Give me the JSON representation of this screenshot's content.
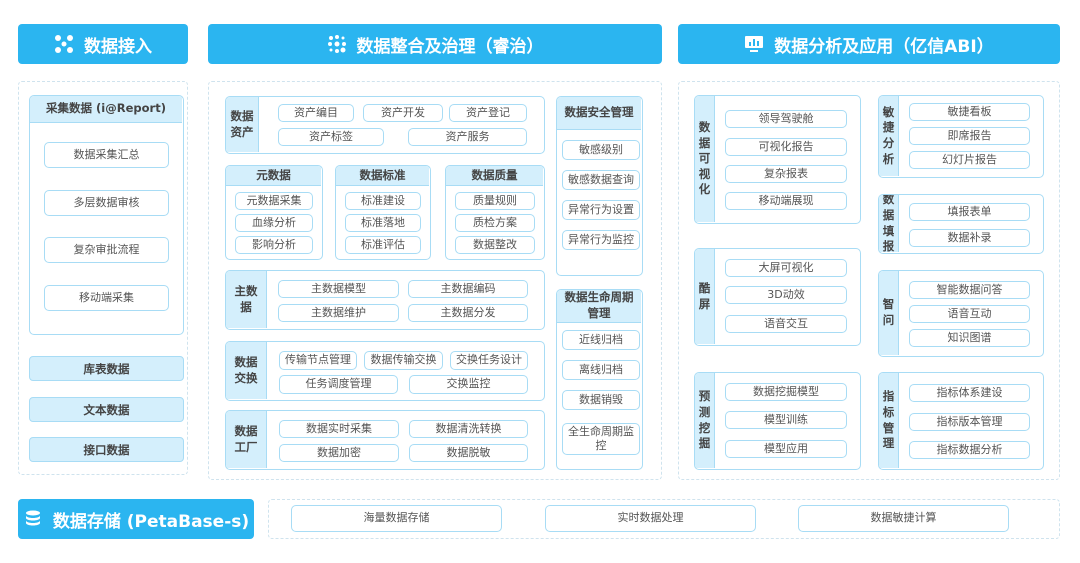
{
  "colors": {
    "header": "#2bb5f0",
    "panel": "#d4effc",
    "border": "#a8dcf5"
  },
  "headers": {
    "ingest": {
      "title": "数据接入",
      "icon": "network-nodes-icon"
    },
    "governance": {
      "title": "数据整合及治理（睿治）",
      "icon": "dots-grid-icon"
    },
    "analysis": {
      "title": "数据分析及应用（亿信ABI）",
      "icon": "monitor-chart-icon"
    },
    "storage": {
      "title": "数据存储 (PetaBase-s)",
      "icon": "database-icon"
    }
  },
  "ingest": {
    "collect": {
      "title": "采集数据 (i@Report)",
      "items": [
        "数据采集汇总",
        "多层数据审核",
        "复杂审批流程",
        "移动端采集"
      ]
    },
    "others": [
      "库表数据",
      "文本数据",
      "接口数据"
    ]
  },
  "governance": {
    "groups": [
      {
        "title": "数据资产",
        "items": [
          "资产编目",
          "资产开发",
          "资产登记",
          "资产标签",
          "资产服务"
        ]
      },
      {
        "title": "元数据",
        "items": [
          "元数据采集",
          "血缘分析",
          "影响分析"
        ]
      },
      {
        "title": "数据标准",
        "items": [
          "标准建设",
          "标准落地",
          "标准评估"
        ]
      },
      {
        "title": "数据质量",
        "items": [
          "质量规则",
          "质检方案",
          "数据整改"
        ]
      },
      {
        "title": "主数据",
        "items": [
          "主数据模型",
          "主数据编码",
          "主数据维护",
          "主数据分发"
        ]
      },
      {
        "title": "数据交换",
        "items": [
          "传输节点管理",
          "数据传输交换",
          "交换任务设计",
          "任务调度管理",
          "交换监控"
        ]
      },
      {
        "title": "数据工厂",
        "items": [
          "数据实时采集",
          "数据清洗转换",
          "数据加密",
          "数据脱敏"
        ]
      },
      {
        "title": "数据安全管理",
        "items": [
          "敏感级别",
          "敏感数据查询",
          "异常行为设置",
          "异常行为监控"
        ]
      },
      {
        "title": "数据生命周期管理",
        "items": [
          "近线归档",
          "离线归档",
          "数据销毁",
          "全生命周期监控"
        ]
      }
    ]
  },
  "analysis": {
    "groups": [
      {
        "title": "数据可视化",
        "items": [
          "领导驾驶舱",
          "可视化报告",
          "复杂报表",
          "移动端展现"
        ]
      },
      {
        "title": "酷屏",
        "items": [
          "大屏可视化",
          "3D动效",
          "语音交互"
        ]
      },
      {
        "title": "预测挖掘",
        "items": [
          "数据挖掘模型",
          "模型训练",
          "模型应用"
        ]
      },
      {
        "title": "敏捷分析",
        "items": [
          "敏捷看板",
          "即席报告",
          "幻灯片报告"
        ]
      },
      {
        "title": "数据填报",
        "items": [
          "填报表单",
          "数据补录"
        ]
      },
      {
        "title": "智问",
        "items": [
          "智能数据问答",
          "语音互动",
          "知识图谱"
        ]
      },
      {
        "title": "指标管理",
        "items": [
          "指标体系建设",
          "指标版本管理",
          "指标数据分析"
        ]
      }
    ]
  },
  "storage": {
    "items": [
      "海量数据存储",
      "实时数据处理",
      "数据敏捷计算"
    ]
  }
}
